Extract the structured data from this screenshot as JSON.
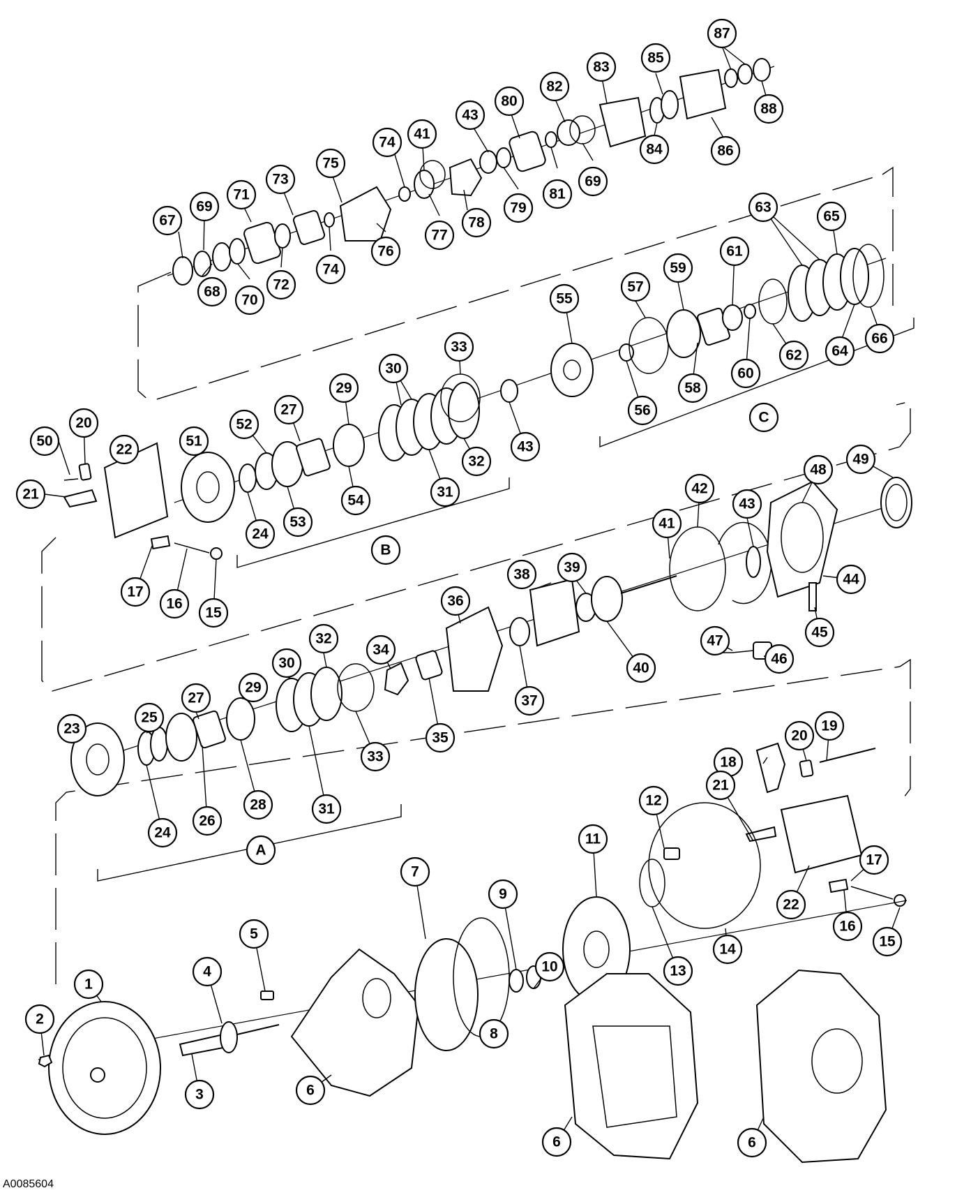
{
  "figure_id": "A0085604",
  "callouts": [
    {
      "key": "c1",
      "label": "1"
    },
    {
      "key": "c2",
      "label": "2"
    },
    {
      "key": "c3",
      "label": "3"
    },
    {
      "key": "c4",
      "label": "4"
    },
    {
      "key": "c5",
      "label": "5"
    },
    {
      "key": "c6a",
      "label": "6"
    },
    {
      "key": "c6b",
      "label": "6"
    },
    {
      "key": "c6c",
      "label": "6"
    },
    {
      "key": "c7",
      "label": "7"
    },
    {
      "key": "c8",
      "label": "8"
    },
    {
      "key": "c9",
      "label": "9"
    },
    {
      "key": "c10",
      "label": "10"
    },
    {
      "key": "c11",
      "label": "11"
    },
    {
      "key": "c12",
      "label": "12"
    },
    {
      "key": "c13",
      "label": "13"
    },
    {
      "key": "c14",
      "label": "14"
    },
    {
      "key": "c15a",
      "label": "15"
    },
    {
      "key": "c15b",
      "label": "15"
    },
    {
      "key": "c16a",
      "label": "16"
    },
    {
      "key": "c16b",
      "label": "16"
    },
    {
      "key": "c17a",
      "label": "17"
    },
    {
      "key": "c17b",
      "label": "17"
    },
    {
      "key": "c18",
      "label": "18"
    },
    {
      "key": "c19",
      "label": "19"
    },
    {
      "key": "c20a",
      "label": "20"
    },
    {
      "key": "c20b",
      "label": "20"
    },
    {
      "key": "c21a",
      "label": "21"
    },
    {
      "key": "c21b",
      "label": "21"
    },
    {
      "key": "c22a",
      "label": "22"
    },
    {
      "key": "c22b",
      "label": "22"
    },
    {
      "key": "c23",
      "label": "23"
    },
    {
      "key": "c24a",
      "label": "24"
    },
    {
      "key": "c24b",
      "label": "24"
    },
    {
      "key": "c25",
      "label": "25"
    },
    {
      "key": "c26",
      "label": "26"
    },
    {
      "key": "c27a",
      "label": "27"
    },
    {
      "key": "c27b",
      "label": "27"
    },
    {
      "key": "c28",
      "label": "28"
    },
    {
      "key": "c29a",
      "label": "29"
    },
    {
      "key": "c29b",
      "label": "29"
    },
    {
      "key": "c30a",
      "label": "30"
    },
    {
      "key": "c30b",
      "label": "30"
    },
    {
      "key": "c31a",
      "label": "31"
    },
    {
      "key": "c31b",
      "label": "31"
    },
    {
      "key": "c32a",
      "label": "32"
    },
    {
      "key": "c32b",
      "label": "32"
    },
    {
      "key": "c33a",
      "label": "33"
    },
    {
      "key": "c33b",
      "label": "33"
    },
    {
      "key": "c34",
      "label": "34"
    },
    {
      "key": "c35",
      "label": "35"
    },
    {
      "key": "c36",
      "label": "36"
    },
    {
      "key": "c37",
      "label": "37"
    },
    {
      "key": "c38",
      "label": "38"
    },
    {
      "key": "c39",
      "label": "39"
    },
    {
      "key": "c40",
      "label": "40"
    },
    {
      "key": "c41a",
      "label": "41"
    },
    {
      "key": "c41b",
      "label": "41"
    },
    {
      "key": "c42",
      "label": "42"
    },
    {
      "key": "c43a",
      "label": "43"
    },
    {
      "key": "c43b",
      "label": "43"
    },
    {
      "key": "c43c",
      "label": "43"
    },
    {
      "key": "c44",
      "label": "44"
    },
    {
      "key": "c45",
      "label": "45"
    },
    {
      "key": "c46",
      "label": "46"
    },
    {
      "key": "c47",
      "label": "47"
    },
    {
      "key": "c48",
      "label": "48"
    },
    {
      "key": "c49",
      "label": "49"
    },
    {
      "key": "c50",
      "label": "50"
    },
    {
      "key": "c51",
      "label": "51"
    },
    {
      "key": "c52",
      "label": "52"
    },
    {
      "key": "c53",
      "label": "53"
    },
    {
      "key": "c54",
      "label": "54"
    },
    {
      "key": "c55",
      "label": "55"
    },
    {
      "key": "c56",
      "label": "56"
    },
    {
      "key": "c57",
      "label": "57"
    },
    {
      "key": "c58",
      "label": "58"
    },
    {
      "key": "c59",
      "label": "59"
    },
    {
      "key": "c60",
      "label": "60"
    },
    {
      "key": "c61",
      "label": "61"
    },
    {
      "key": "c62",
      "label": "62"
    },
    {
      "key": "c63",
      "label": "63"
    },
    {
      "key": "c64",
      "label": "64"
    },
    {
      "key": "c65",
      "label": "65"
    },
    {
      "key": "c66",
      "label": "66"
    },
    {
      "key": "c67",
      "label": "67"
    },
    {
      "key": "c68",
      "label": "68"
    },
    {
      "key": "c69a",
      "label": "69"
    },
    {
      "key": "c69b",
      "label": "69"
    },
    {
      "key": "c70",
      "label": "70"
    },
    {
      "key": "c71",
      "label": "71"
    },
    {
      "key": "c72",
      "label": "72"
    },
    {
      "key": "c73",
      "label": "73"
    },
    {
      "key": "c74a",
      "label": "74"
    },
    {
      "key": "c74b",
      "label": "74"
    },
    {
      "key": "c75",
      "label": "75"
    },
    {
      "key": "c76",
      "label": "76"
    },
    {
      "key": "c77",
      "label": "77"
    },
    {
      "key": "c78",
      "label": "78"
    },
    {
      "key": "c79",
      "label": "79"
    },
    {
      "key": "c80",
      "label": "80"
    },
    {
      "key": "c81",
      "label": "81"
    },
    {
      "key": "c82",
      "label": "82"
    },
    {
      "key": "c83",
      "label": "83"
    },
    {
      "key": "c84",
      "label": "84"
    },
    {
      "key": "c85",
      "label": "85"
    },
    {
      "key": "c86",
      "label": "86"
    },
    {
      "key": "c87",
      "label": "87"
    },
    {
      "key": "c88",
      "label": "88"
    },
    {
      "key": "gA",
      "label": "A"
    },
    {
      "key": "gB",
      "label": "B"
    },
    {
      "key": "gC",
      "label": "C"
    }
  ]
}
